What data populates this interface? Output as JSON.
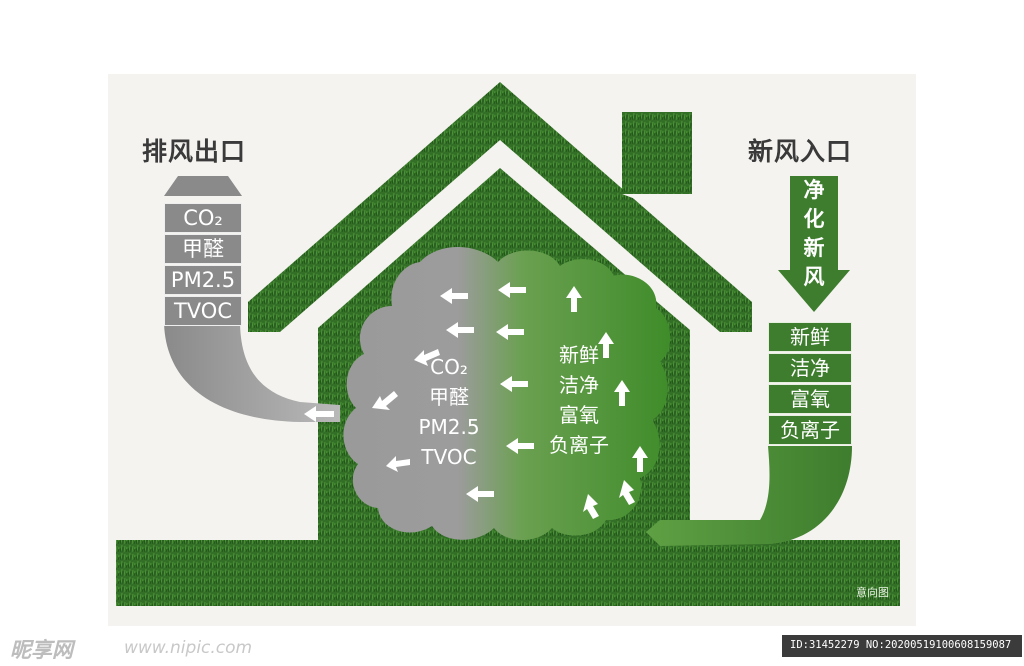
{
  "exhaust": {
    "title": "排风出口",
    "pollutants": [
      "CO₂",
      "甲醛",
      "PM2.5",
      "TVOC"
    ]
  },
  "fresh": {
    "title": "新风入口",
    "arrow_text": [
      "净",
      "化",
      "新",
      "风"
    ],
    "qualities": [
      "新鲜",
      "洁净",
      "富氧",
      "负离子"
    ]
  },
  "cloud": {
    "pollutants": [
      "CO₂",
      "甲醛",
      "PM2.5",
      "TVOC"
    ],
    "qualities": [
      "新鲜",
      "洁净",
      "富氧",
      "负离子"
    ]
  },
  "schematic_label": "意向图",
  "watermark": {
    "left": "昵享网",
    "url": "www.nipic.com",
    "id_line": "ID:31452279 NO:20200519100608159087"
  },
  "colors": {
    "grass_dark": "#2c6a22",
    "grass_light": "#4c9438",
    "exhaust_gray": "#8a8a8a",
    "fresh_green": "#3d7d2d",
    "background": "#f4f3ef"
  }
}
